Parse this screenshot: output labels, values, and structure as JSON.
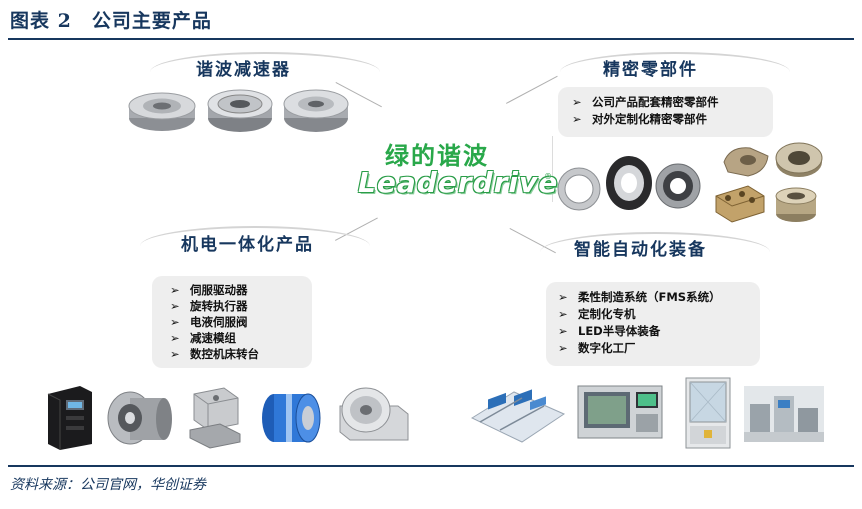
{
  "header": {
    "title": "图表 2　公司主要产品"
  },
  "source": "资料来源：公司官网，华创证券",
  "logo": {
    "cn": "绿的谐波",
    "en": "Leaderdrive",
    "reg": "®"
  },
  "sections": {
    "harmonic": {
      "label": "谐波减速器"
    },
    "precision": {
      "label": "精密零部件",
      "items": [
        "公司产品配套精密零部件",
        "对外定制化精密零部件"
      ]
    },
    "mechatronics": {
      "label": "机电一体化产品",
      "items": [
        "伺服驱动器",
        "旋转执行器",
        "电液伺服阀",
        "减速模组",
        "数控机床转台"
      ]
    },
    "automation": {
      "label": "智能自动化装备",
      "items": [
        "柔性制造系统（FMS系统）",
        "定制化专机",
        "LED半导体装备",
        "数字化工厂"
      ]
    }
  },
  "bullet": "➢",
  "colors": {
    "title": "#17375e",
    "brand_green": "#29a84a",
    "box_bg": "#eeeeee"
  }
}
